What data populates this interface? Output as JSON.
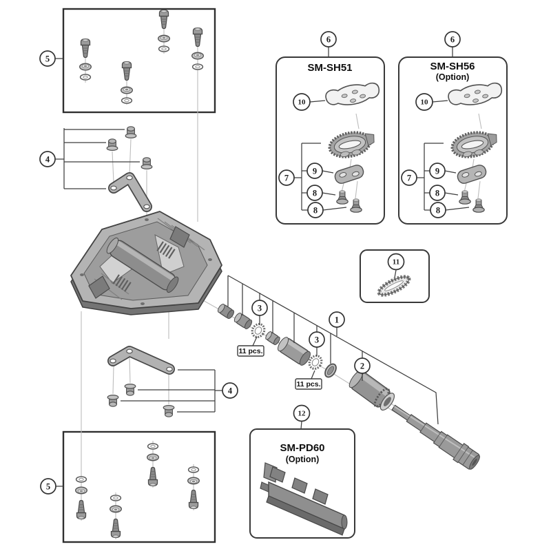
{
  "colors": {
    "background": "#ffffff",
    "line": "#3c3c3c",
    "leader_thin": "#bcbcbc",
    "part_light": "#c9c9c9",
    "part_mid": "#9a9a9a",
    "part_dark": "#6f6f6f"
  },
  "callouts": {
    "n1": "1",
    "n2": "2",
    "n3": "3",
    "n4": "4",
    "n5": "5",
    "n6": "6",
    "n7": "7",
    "n8": "8",
    "n9": "9",
    "n10": "10",
    "n11": "11",
    "n12": "12"
  },
  "labels": {
    "eleven_pcs": "11 pcs."
  },
  "kits": {
    "sh51": {
      "title": "SM-SH51"
    },
    "sh56": {
      "title": "SM-SH56",
      "subtitle": "(Option)"
    },
    "pd60": {
      "title": "SM-PD60",
      "subtitle": "(Option)"
    }
  }
}
